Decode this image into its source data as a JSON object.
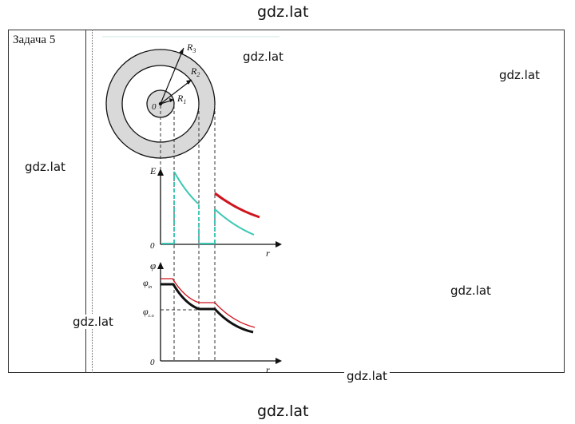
{
  "task": {
    "title": "Задача 5"
  },
  "watermarks": [
    "gdz.lat",
    "gdz.lat",
    "gdz.lat",
    "gdz.lat",
    "gdz.lat",
    "gdz.lat",
    "gdz.lat",
    "gdz.lat"
  ],
  "figure": {
    "circle_labels": {
      "r3": "R",
      "r3_sub": "3",
      "r2": "R",
      "r2_sub": "2",
      "r1": "R",
      "r1_sub": "1",
      "center": "0"
    },
    "e_plot": {
      "ylabel": "E",
      "xlabel": "r",
      "origin": "0"
    },
    "phi_plot": {
      "ylabel": "φ",
      "xlabel": "r",
      "origin": "0",
      "phi_inner": "φ",
      "phi_inner_sub": "in",
      "phi_shell": "φ",
      "phi_shell_sub": "c.o"
    }
  },
  "colors": {
    "ring": "#d9d9d9",
    "e_field_inside": "#3cc8b4",
    "e_field_outside": "#d0141e",
    "phi_thin": "#d0141e",
    "phi_thick": "#111111"
  }
}
